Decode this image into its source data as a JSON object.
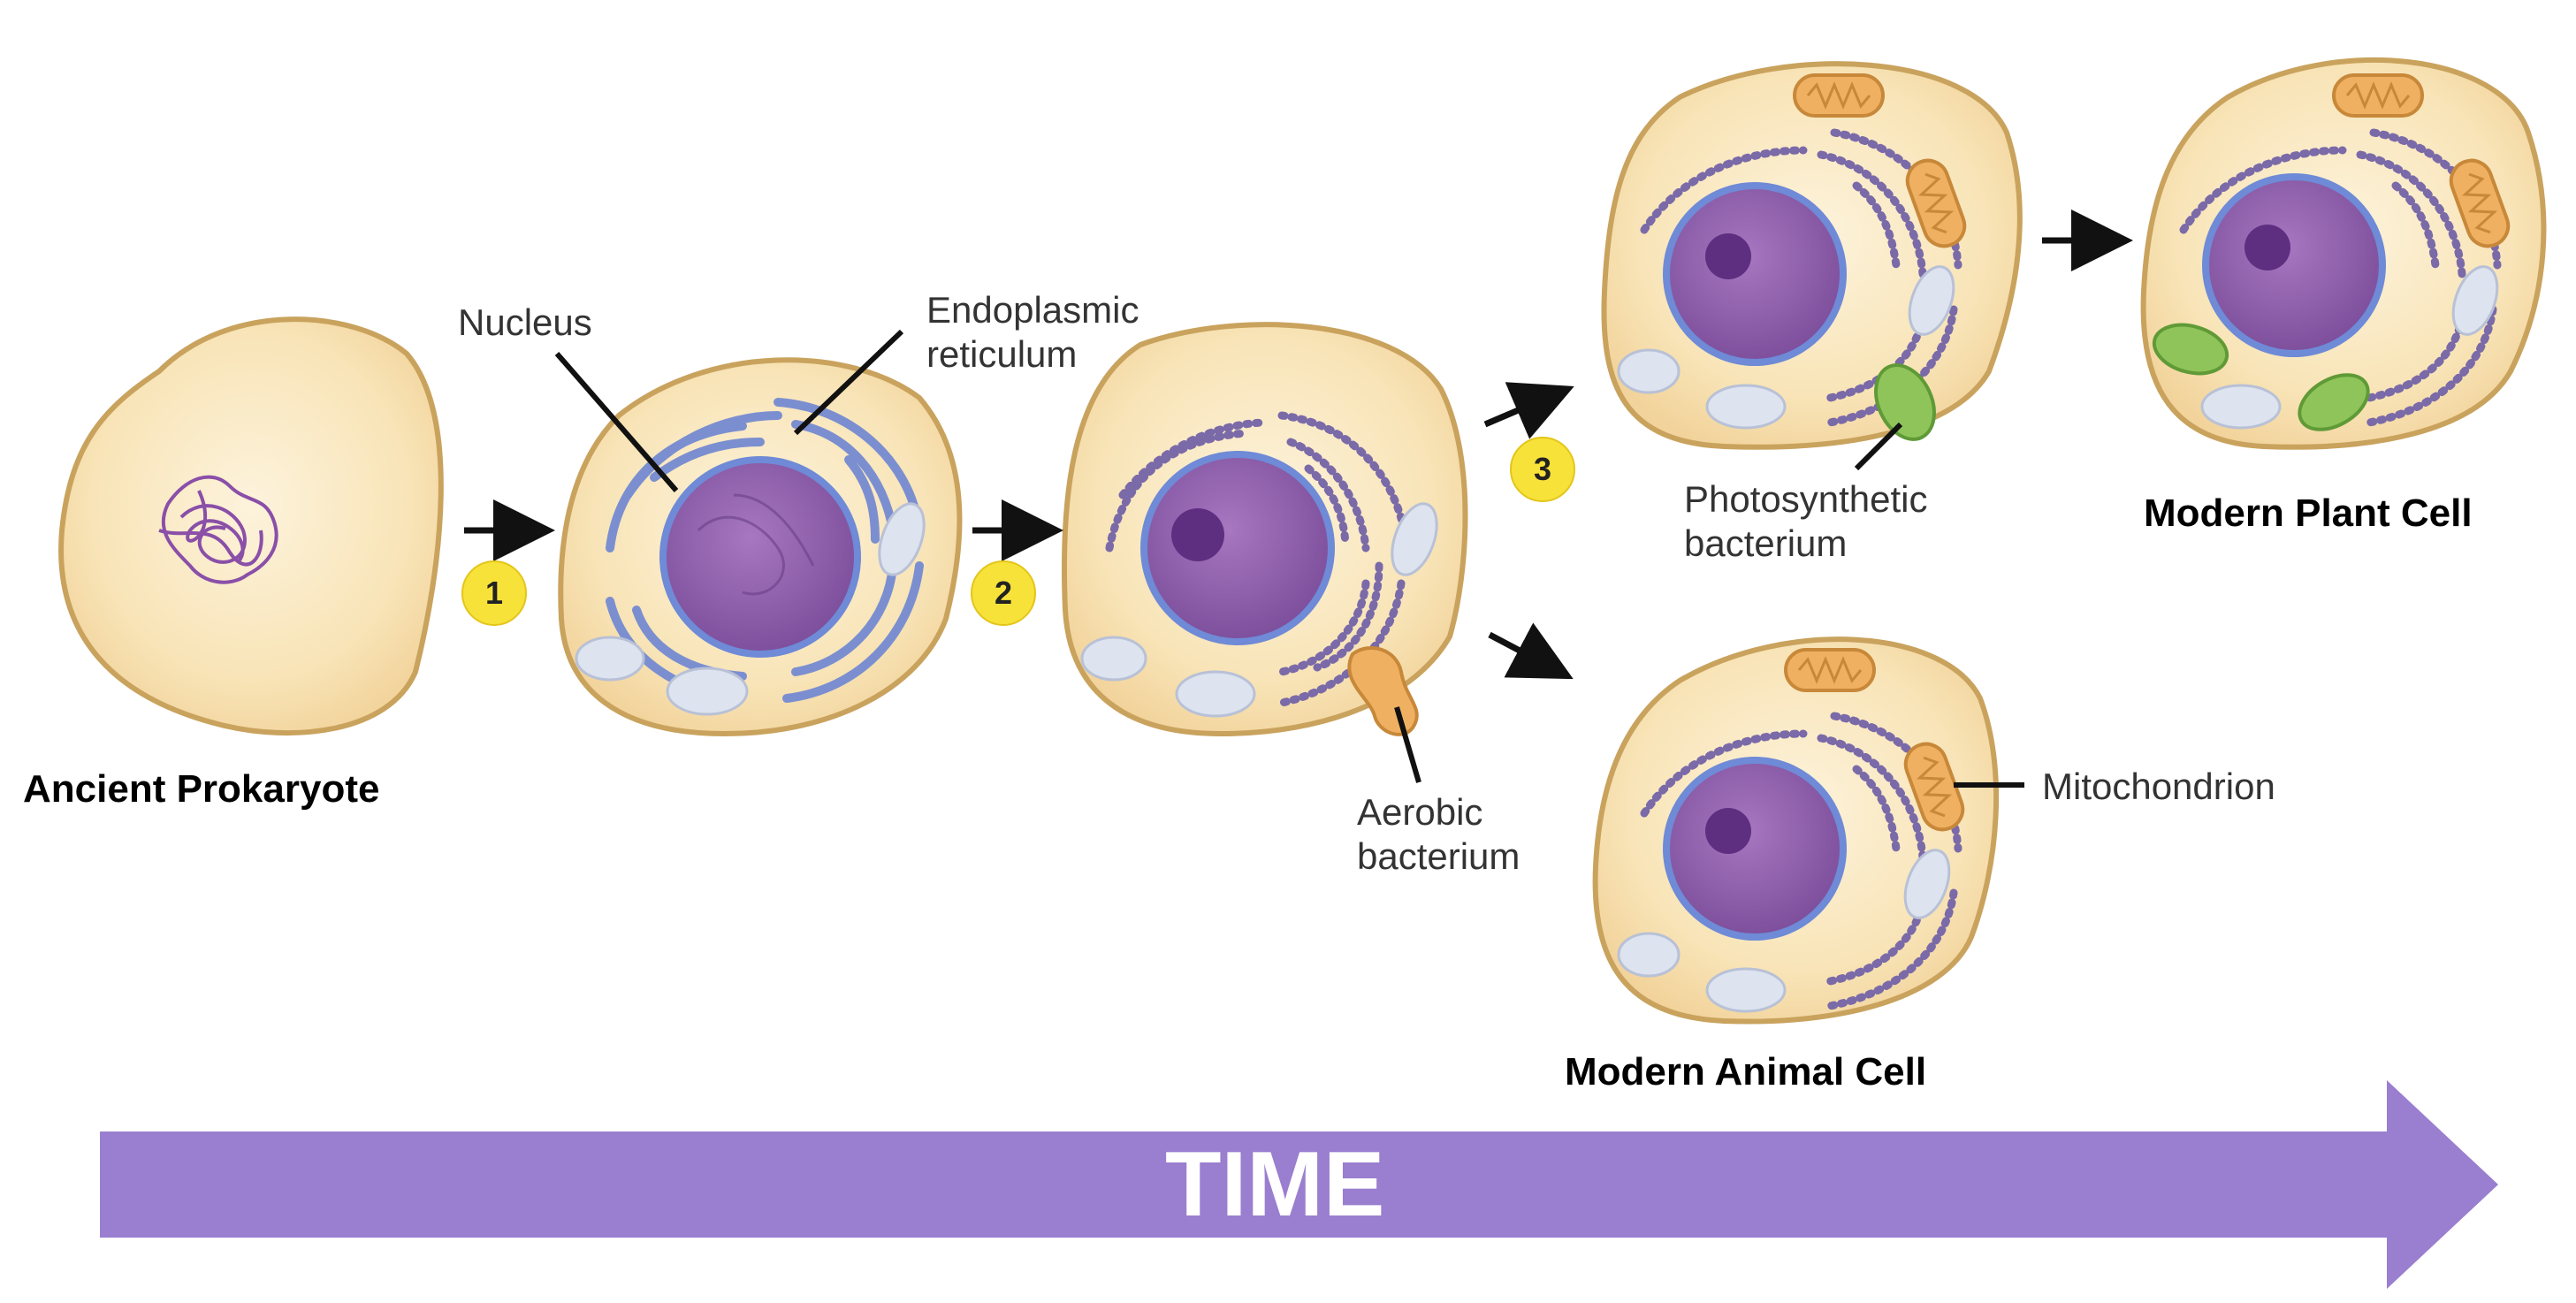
{
  "labels": {
    "nucleus": "Nucleus",
    "er_line1": "Endoplasmic",
    "er_line2": "reticulum",
    "photo_line1": "Photosynthetic",
    "photo_line2": "bacterium",
    "aerobic_line1": "Aerobic",
    "aerobic_line2": "bacterium",
    "mitochondrion": "Mitochondrion"
  },
  "titles": {
    "ancient": "Ancient Prokaryote",
    "plant": "Modern Plant Cell",
    "animal": "Modern Animal Cell"
  },
  "steps": [
    "1",
    "2",
    "3"
  ],
  "timeline": {
    "label": "TIME"
  },
  "colors": {
    "cytoplasm": "#f8e4b7",
    "membrane": "#cfa862",
    "nucleus": "#8a5ca8",
    "er": "#7b8fd0",
    "mitochondria": "#f0b062",
    "chloroplast": "#8fc45a",
    "vacuole": "#dde3ef",
    "step_badge": "#f7e23a",
    "time_arrow": "#9a7ecf"
  },
  "icons": [
    "arrow-right-icon",
    "step-badge-icon",
    "time-arrow-icon"
  ]
}
